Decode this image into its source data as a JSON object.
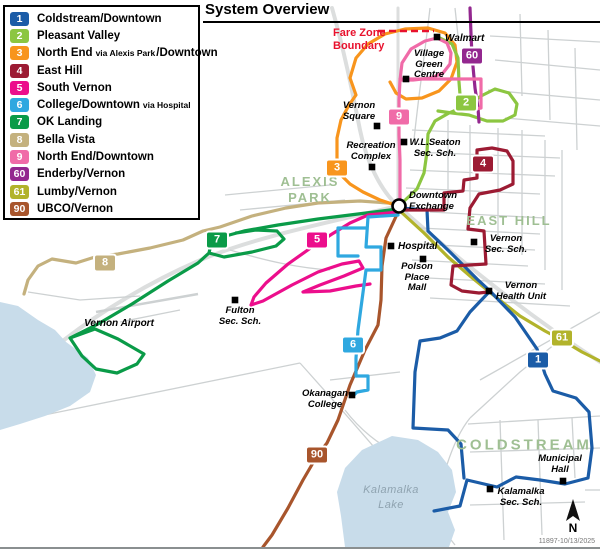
{
  "title": "System Overview",
  "colors": {
    "road": "#CDD1D2",
    "road_major": "#DCDEDE",
    "lake": "#C8DCEA",
    "lake_label": "#8FA3B0",
    "area_label": "#9FBF93",
    "fare_zone": "#E8112D",
    "marker": "#000000"
  },
  "routes": [
    {
      "badge": "1",
      "label": "Coldstream/Downtown",
      "color": "#1B5CA7"
    },
    {
      "badge": "2",
      "label": "Pleasant Valley",
      "color": "#8CC641"
    },
    {
      "badge": "3",
      "label": "North End",
      "label_via": "via Alexis Park",
      "label_post": "/Downtown",
      "color": "#F8951D"
    },
    {
      "badge": "4",
      "label": "East Hill",
      "color": "#9C1B33"
    },
    {
      "badge": "5",
      "label": "South Vernon",
      "color": "#EC0E8C"
    },
    {
      "badge": "6",
      "label": "College/Downtown",
      "label_via": "via Hospital",
      "color": "#2FA8E0"
    },
    {
      "badge": "7",
      "label": "OK Landing",
      "color": "#0A9B48"
    },
    {
      "badge": "8",
      "label": "Bella Vista",
      "color": "#C4B17E"
    },
    {
      "badge": "9",
      "label": "North End/Downtown",
      "color": "#F06BA8"
    },
    {
      "badge": "60",
      "label": "Enderby/Vernon",
      "color": "#93278F"
    },
    {
      "badge": "61",
      "label": "Lumby/Vernon",
      "color": "#B2B32B"
    },
    {
      "badge": "90",
      "label": "UBCO/Vernon",
      "color": "#A8552C"
    }
  ],
  "fare_zone": {
    "line1": "Fare Zone",
    "line2": "Boundary"
  },
  "areas": {
    "alexis_1": "ALEXIS",
    "alexis_2": "PARK",
    "east_hill": "EAST HILL",
    "coldstream": "COLDSTREAM"
  },
  "water": {
    "kalamalka_1": "Kalamalka",
    "kalamalka_2": "Lake"
  },
  "pois": {
    "walmart": "Walmart",
    "village_green": [
      "Village",
      "Green",
      "Centre"
    ],
    "vernon_square": [
      "Vernon",
      "Square"
    ],
    "recreation": [
      "Recreation",
      "Complex"
    ],
    "wlseaton": [
      "W.L.Seaton",
      "Sec. Sch."
    ],
    "downtown_exchange": [
      "Downtown",
      "Exchange"
    ],
    "hospital": "Hospital",
    "polson": [
      "Polson",
      "Place",
      "Mall"
    ],
    "fulton": [
      "Fulton",
      "Sec. Sch."
    ],
    "vernon_sec": [
      "Vernon",
      "Sec. Sch."
    ],
    "health_unit": [
      "Vernon",
      "Health Unit"
    ],
    "okanagan_college": [
      "Okanagan",
      "College"
    ],
    "municipal_hall": [
      "Municipal",
      "Hall"
    ],
    "kalamalka_sec": [
      "Kalamalka",
      "Sec. Sch."
    ],
    "vernon_airport": "Vernon Airport"
  },
  "compass": {
    "label": "N"
  },
  "footer": {
    "code": "11897-10/13/2025"
  }
}
